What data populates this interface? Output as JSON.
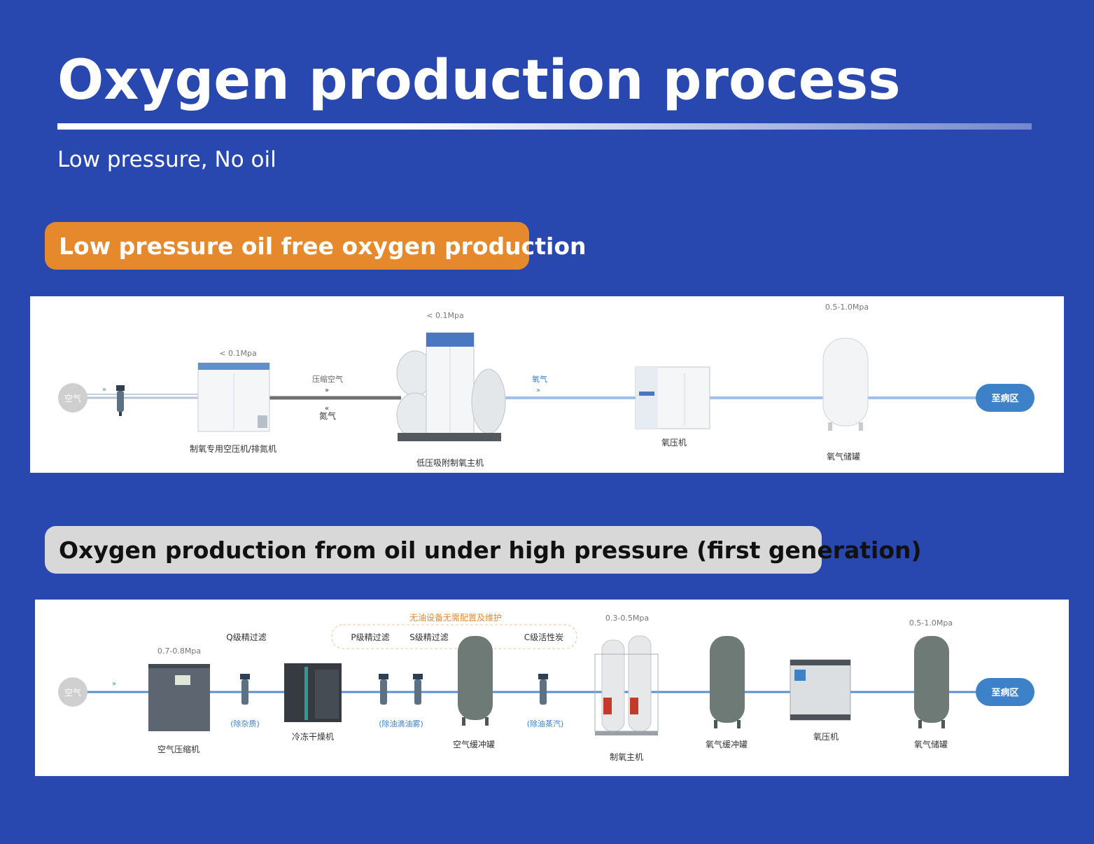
{
  "header": {
    "title": "Oxygen production process",
    "subtitle": "Low pressure, No oil"
  },
  "sections": [
    {
      "label": "Low pressure oil free oxygen production",
      "color": "#e6892c",
      "diagram": {
        "air_node": "空气",
        "end_node": "至病区",
        "flow_label_top": "压缩空气",
        "flow_label_bottom": "氮气",
        "oxygen_label": "氧气",
        "pressure_1": "< 0.1Mpa",
        "pressure_2": "< 0.1Mpa",
        "pressure_3": "0.5-1.0Mpa",
        "equipment": [
          "制氧专用空压机/排氮机",
          "低压吸附制氧主机",
          "氧压机",
          "氧气储罐"
        ]
      }
    },
    {
      "label": "Oxygen production from oil under high pressure (first generation)",
      "color": "#d8d8d8",
      "diagram": {
        "air_node": "空气",
        "end_node": "至病区",
        "note": "无油设备无需配置及维护",
        "pressure_1": "0.7-0.8Mpa",
        "pressure_2": "0.3-0.5Mpa",
        "pressure_3": "0.5-1.0Mpa",
        "filter_q": "Q级精过滤",
        "filter_p": "P级精过滤",
        "filter_s": "S级精过滤",
        "filter_c": "C级活性炭",
        "remark_1": "(除杂质)",
        "remark_2": "(除油滴油雾)",
        "remark_3": "(除油蒸汽)",
        "equipment": [
          "空气压缩机",
          "冷冻干燥机",
          "空气缓冲罐",
          "制氧主机",
          "氧气缓冲罐",
          "氧压机",
          "氧气储罐"
        ]
      }
    }
  ],
  "colors": {
    "background": "#2848b0",
    "flow_line": "#9ec0ea",
    "end_node": "#3d82c8",
    "start_node": "#cfcfcf",
    "note_orange": "#e6892c"
  }
}
